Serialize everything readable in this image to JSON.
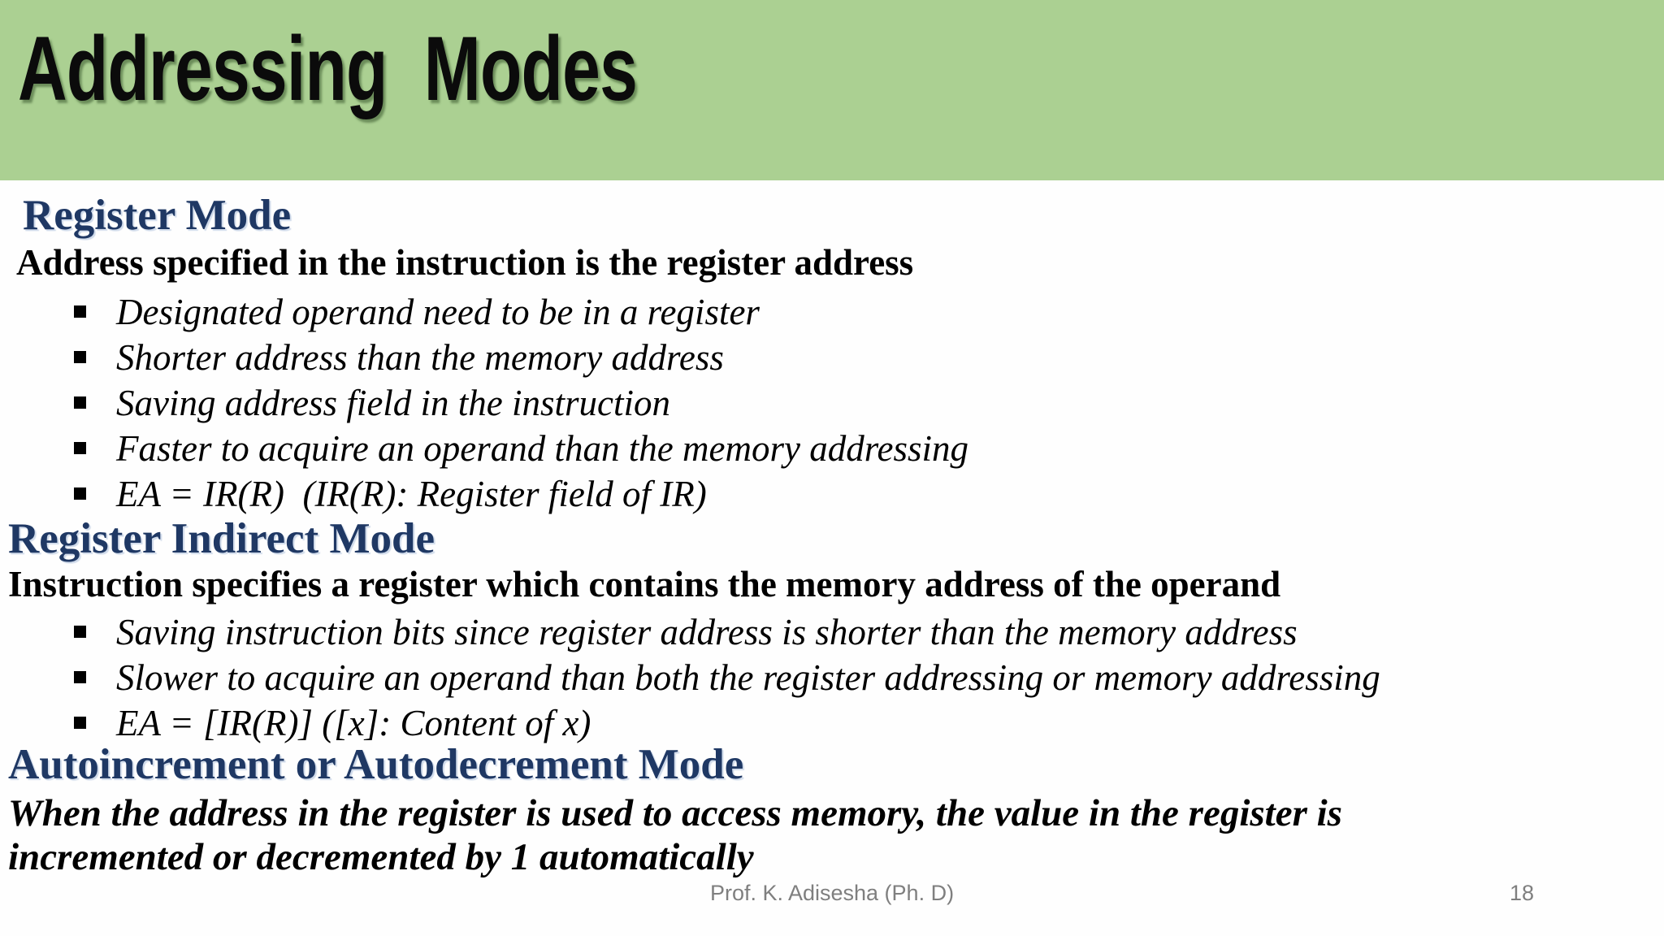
{
  "slide": {
    "title": "Addressing  Modes",
    "colors": {
      "header_green": "#ABD092",
      "heading_navy": "#1F3864",
      "body_black": "#000000",
      "footer_gray": "#7F7F7F"
    },
    "sections": [
      {
        "heading": "Register Mode",
        "statement": "Address specified in the instruction is the register address",
        "bullets": [
          "Designated operand need to be in a register",
          "Shorter address than the memory address",
          "Saving address field in the instruction",
          "Faster to acquire an operand than the memory addressing",
          "EA = IR(R)  (IR(R): Register field of IR)"
        ]
      },
      {
        "heading": "Register Indirect Mode",
        "statement": "Instruction specifies a register which contains the memory address of the operand",
        "bullets": [
          "Saving instruction bits since register address is shorter than the memory address",
          "Slower to acquire an operand than both the register addressing or memory addressing",
          "EA = [IR(R)] ([x]: Content of x)"
        ]
      },
      {
        "heading": "Autoincrement or Autodecrement Mode",
        "statement_lines": [
          "When the address in the register is used to access memory, the value in the register is",
          "incremented or decremented by 1 automatically"
        ]
      }
    ],
    "footer": {
      "author": "Prof. K. Adisesha (Ph. D)",
      "page_number": "18"
    }
  }
}
